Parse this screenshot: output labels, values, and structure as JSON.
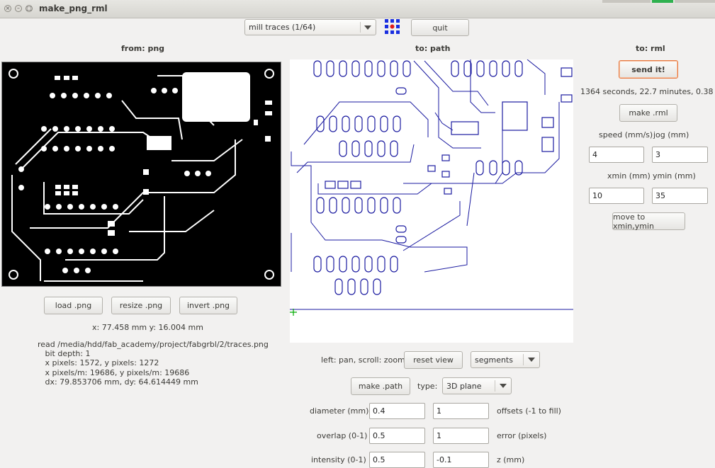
{
  "window": {
    "title": "make_png_rml"
  },
  "toolbar": {
    "mode_select": "mill traces (1/64)",
    "quit_label": "quit"
  },
  "png_panel": {
    "header": "from: png",
    "load_label": "load .png",
    "resize_label": "resize .png",
    "invert_label": "invert .png",
    "coords": "x: 77.458 mm  y: 16.004 mm",
    "info_lines": [
      "read /media/hdd/fab_academy/project/fabgrbl/2/traces.png",
      "   bit depth: 1",
      "   x pixels: 1572, y pixels: 1272",
      "   x pixels/m: 19686, y pixels/m: 19686",
      "   dx: 79.853706 mm, dy: 64.614449 mm"
    ]
  },
  "path_panel": {
    "header": "to: path",
    "hint": "left: pan, scroll: zoom",
    "reset_label": "reset view",
    "view_select": "segments",
    "make_path_label": "make .path",
    "type_label": "type:",
    "type_select": "3D plane",
    "diameter_label": "diameter (mm)",
    "diameter_value": "0.4",
    "offsets_value": "1",
    "offsets_label": "offsets (-1 to fill)",
    "overlap_label": "overlap (0-1)",
    "overlap_value": "0.5",
    "error_value": "1",
    "error_label": "error (pixels)",
    "intensity_label": "intensity (0-1)",
    "intensity_value": "0.5",
    "z_value": "-0.1",
    "z_label": "z (mm)"
  },
  "rml_panel": {
    "header": "to: rml",
    "send_label": "send it!",
    "time_estimate": "1364 seconds, 22.7 minutes, 0.38 hours",
    "make_rml_label": "make .rml",
    "speed_label": "speed (mm/s)",
    "speed_value": "4",
    "jog_label": "jog (mm)",
    "jog_value": "3",
    "xmin_label": "xmin (mm)",
    "xmin_value": "10",
    "ymin_label": "ymin (mm)",
    "ymin_value": "35",
    "move_label": "move to xmin,ymin"
  },
  "colors": {
    "trace_blue": "#1a1aa0",
    "send_border": "#e8793f",
    "toolpath_marker": "#00aa00"
  }
}
